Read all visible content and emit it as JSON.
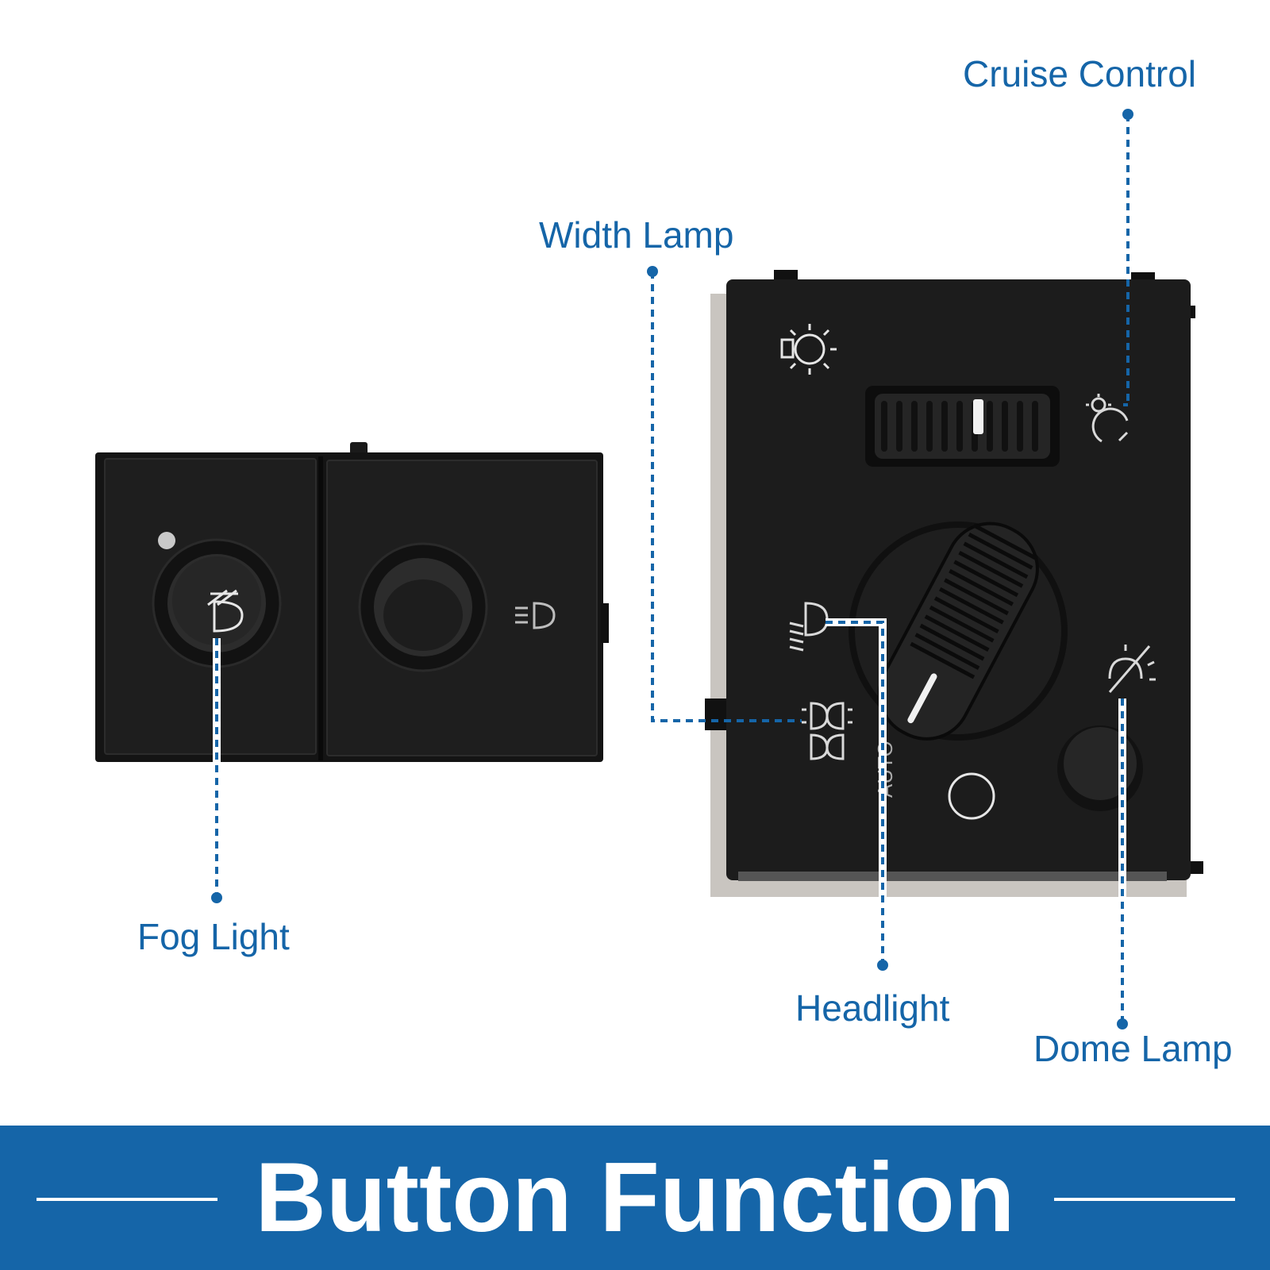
{
  "callouts": {
    "cruise_control": "Cruise Control",
    "width_lamp": "Width Lamp",
    "fog_light": "Fog Light",
    "headlight": "Headlight",
    "dome_lamp": "Dome Lamp"
  },
  "knob_label": "AUTO",
  "banner": {
    "title": "Button Function"
  },
  "colors": {
    "accent": "#1565a8",
    "switch_body": "#1c1c1c",
    "background": "#ffffff"
  },
  "icons": [
    "sun-icon",
    "dimmer-icon",
    "headlight-icon",
    "width-lamp-icon",
    "fog-light-icon",
    "dome-lamp-off-icon",
    "off-circle-icon"
  ]
}
